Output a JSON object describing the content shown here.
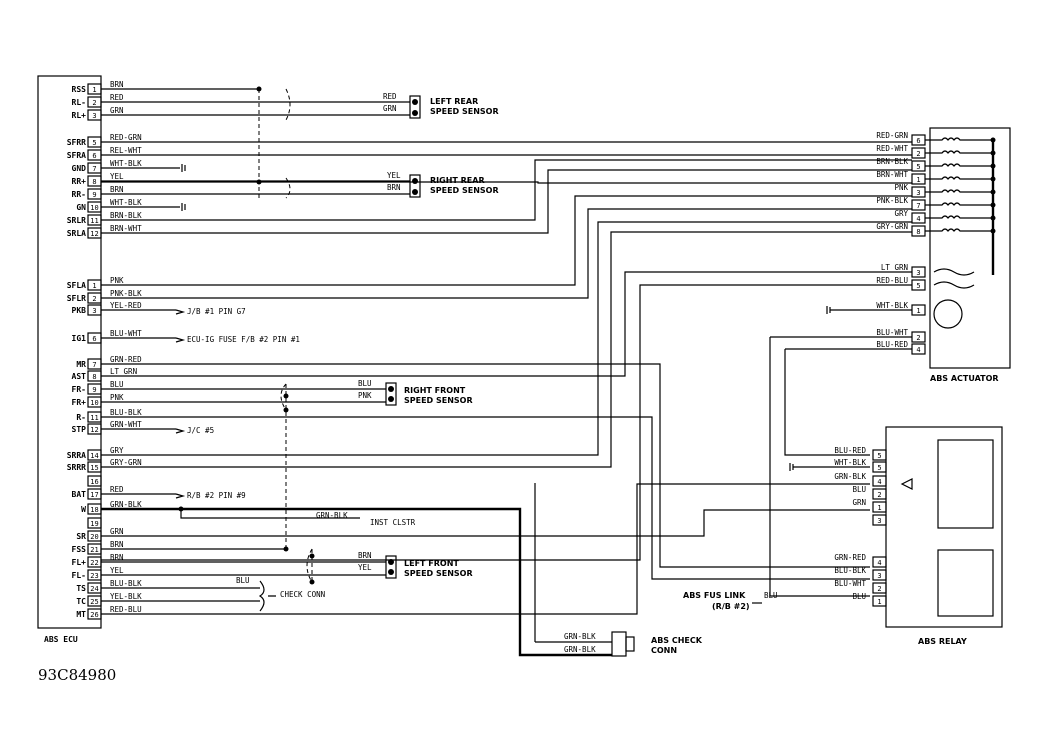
{
  "diagram_code": "93C84980",
  "ecu": {
    "title": "ABS ECU",
    "pins": [
      {
        "label": "RSS",
        "num": "1",
        "wire": "BRN"
      },
      {
        "label": "RL-",
        "num": "2",
        "wire": "RED"
      },
      {
        "label": "RL+",
        "num": "3",
        "wire": "GRN"
      },
      {
        "label": "SFRR",
        "num": "5",
        "wire": "RED-GRN"
      },
      {
        "label": "SFRA",
        "num": "6",
        "wire": "REL-WHT"
      },
      {
        "label": "GND",
        "num": "7",
        "wire": "WHT-BLK"
      },
      {
        "label": "RR+",
        "num": "8",
        "wire": "YEL"
      },
      {
        "label": "RR-",
        "num": "9",
        "wire": "BRN"
      },
      {
        "label": "GN",
        "num": "10",
        "wire": "WHT-BLK"
      },
      {
        "label": "SRLR",
        "num": "11",
        "wire": "BRN-BLK"
      },
      {
        "label": "SRLA",
        "num": "12",
        "wire": "BRN-WHT"
      },
      {
        "label": "SFLA",
        "num": "1",
        "wire": "PNK"
      },
      {
        "label": "SFLR",
        "num": "2",
        "wire": "PNK-BLK"
      },
      {
        "label": "PKB",
        "num": "3",
        "wire": "YEL-RED"
      },
      {
        "label": "IG1",
        "num": "6",
        "wire": "BLU-WHT"
      },
      {
        "label": "MR",
        "num": "7",
        "wire": "GRN-RED"
      },
      {
        "label": "AST",
        "num": "8",
        "wire": "LT GRN"
      },
      {
        "label": "FR-",
        "num": "9",
        "wire": "BLU"
      },
      {
        "label": "FR+",
        "num": "10",
        "wire": "PNK"
      },
      {
        "label": "R-",
        "num": "11",
        "wire": "BLU-BLK"
      },
      {
        "label": "STP",
        "num": "12",
        "wire": "GRN-WHT"
      },
      {
        "label": "SRRA",
        "num": "14",
        "wire": "GRY"
      },
      {
        "label": "SRRR",
        "num": "15",
        "wire": "GRY-GRN"
      },
      {
        "label": "",
        "num": "16",
        "wire": ""
      },
      {
        "label": "BAT",
        "num": "17",
        "wire": "RED"
      },
      {
        "label": "W",
        "num": "18",
        "wire": "GRN-BLK"
      },
      {
        "label": "",
        "num": "19",
        "wire": ""
      },
      {
        "label": "SR",
        "num": "20",
        "wire": "GRN"
      },
      {
        "label": "FSS",
        "num": "21",
        "wire": "BRN"
      },
      {
        "label": "FL+",
        "num": "22",
        "wire": "BRN"
      },
      {
        "label": "FL-",
        "num": "23",
        "wire": "YEL"
      },
      {
        "label": "TS",
        "num": "24",
        "wire": "BLU-BLK"
      },
      {
        "label": "TC",
        "num": "25",
        "wire": "YEL-BLK"
      },
      {
        "label": "MT",
        "num": "26",
        "wire": "RED-BLU"
      }
    ]
  },
  "sensors": {
    "left_rear": {
      "line1": "LEFT REAR",
      "line2": "SPEED SENSOR",
      "wire1": "RED",
      "wire2": "GRN"
    },
    "right_rear": {
      "line1": "RIGHT REAR",
      "line2": "SPEED SENSOR",
      "wire1": "YEL",
      "wire2": "BRN"
    },
    "right_front": {
      "line1": "RIGHT FRONT",
      "line2": "SPEED SENSOR",
      "wire1": "BLU",
      "wire2": "PNK"
    },
    "left_front": {
      "line1": "LEFT FRONT",
      "line2": "SPEED SENSOR",
      "wire1": "BRN",
      "wire2": "YEL"
    }
  },
  "notes": {
    "pkb": "J/B #1 PIN G7",
    "ig1": "ECU-IG FUSE F/B #2 PIN #1",
    "stp": "J/C #5",
    "bat": "R/B #2 PIN #9",
    "inst": "INST CLSTR",
    "inst_wire": "GRN-BLK",
    "check_conn": "CHECK CONN",
    "check_wire": "BLU"
  },
  "actuator": {
    "title": "ABS ACTUATOR",
    "top_pins": [
      {
        "wire": "RED-GRN",
        "num": "6"
      },
      {
        "wire": "RED-WHT",
        "num": "2"
      },
      {
        "wire": "BRN-BLK",
        "num": "5"
      },
      {
        "wire": "BRN-WHT",
        "num": "1"
      },
      {
        "wire": "PNK",
        "num": "3"
      },
      {
        "wire": "PNK-BLK",
        "num": "7"
      },
      {
        "wire": "GRY",
        "num": "4"
      },
      {
        "wire": "GRY-GRN",
        "num": "8"
      }
    ],
    "bottom_pins": [
      {
        "wire": "LT GRN",
        "num": "3"
      },
      {
        "wire": "RED-BLU",
        "num": "5"
      },
      {
        "wire": "WHT-BLK",
        "num": "1"
      },
      {
        "wire": "BLU-WHT",
        "num": "2"
      },
      {
        "wire": "BLU-RED",
        "num": "4"
      }
    ]
  },
  "relay": {
    "title": "ABS RELAY",
    "top_pins": [
      {
        "wire": "BLU-RED",
        "num": "5"
      },
      {
        "wire": "WHT-BLK",
        "num": "5"
      },
      {
        "wire": "GRN-BLK",
        "num": "4"
      },
      {
        "wire": "BLU",
        "num": "2"
      },
      {
        "wire": "GRN",
        "num": "1"
      },
      {
        "wire": "",
        "num": "3"
      }
    ],
    "bottom_pins": [
      {
        "wire": "GRN-RED",
        "num": "4"
      },
      {
        "wire": "BLU-BLK",
        "num": "3"
      },
      {
        "wire": "BLU-WHT",
        "num": "2"
      },
      {
        "wire": "BLU",
        "num": "1"
      }
    ]
  },
  "fuse_link": {
    "line1": "ABS FUS LINK",
    "line2": "(R/B #2)",
    "wire": "BLU"
  },
  "check_conn": {
    "line1": "ABS CHECK",
    "line2": "CONN",
    "wire1": "GRN-BLK",
    "wire2": "GRN-BLK"
  }
}
